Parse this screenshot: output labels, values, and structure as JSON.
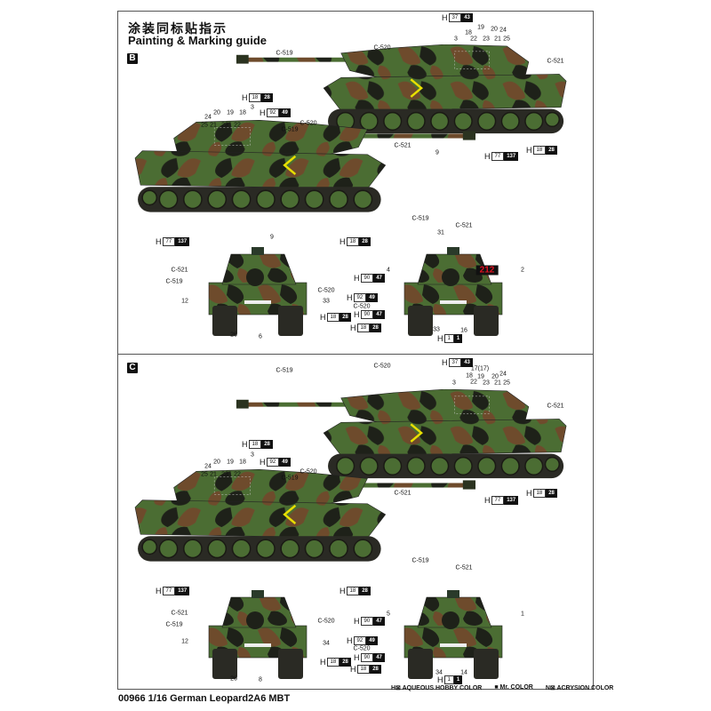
{
  "header": {
    "title_cn": "涂装同标贴指示",
    "title_en": "Painting & Marking guide"
  },
  "colors": {
    "green": "#4b6d33",
    "brown": "#6e4b2c",
    "black": "#1e2119"
  },
  "sections": [
    {
      "letter": "B",
      "callouts": [
        "C-519",
        "C-520",
        "C-521",
        "3",
        "18",
        "19",
        "20",
        "24",
        "22",
        "23",
        "21",
        "25",
        "9",
        "3",
        "20",
        "19",
        "18",
        "24",
        "25",
        "21",
        "23",
        "22",
        "C-520",
        "C-519",
        "C-521",
        "9",
        "C-521",
        "C-519",
        "C-520",
        "12",
        "33",
        "26",
        "6",
        "C-519",
        "31",
        "C-521",
        "4",
        "2",
        "C-520",
        "33",
        "16"
      ],
      "hcodes": [
        [
          "37",
          "43"
        ],
        [
          "77",
          "137"
        ],
        [
          "18",
          "28"
        ],
        [
          "18",
          "28"
        ],
        [
          "92",
          "49"
        ],
        [
          "77",
          "137"
        ],
        [
          "18",
          "28"
        ],
        [
          "18",
          "28"
        ],
        [
          "90",
          "47"
        ],
        [
          "92",
          "49"
        ],
        [
          "90",
          "47"
        ],
        [
          "18",
          "28"
        ],
        [
          "1",
          "1"
        ]
      ],
      "turret_number": "212"
    },
    {
      "letter": "C",
      "callouts": [
        "C-519",
        "C-520",
        "C-521",
        "3",
        "17(17)",
        "18",
        "19",
        "20",
        "24",
        "22",
        "23",
        "21",
        "25",
        "3",
        "20",
        "19",
        "18",
        "24",
        "25",
        "21",
        "23",
        "22",
        "C-520",
        "C-519",
        "C-521",
        "C-521",
        "C-519",
        "C-520",
        "12",
        "34",
        "26",
        "8",
        "C-519",
        "C-521",
        "5",
        "1",
        "C-520",
        "34",
        "14"
      ],
      "hcodes": [
        [
          "37",
          "43"
        ],
        [
          "77",
          "137"
        ],
        [
          "18",
          "28"
        ],
        [
          "18",
          "28"
        ],
        [
          "92",
          "49"
        ],
        [
          "77",
          "137"
        ],
        [
          "18",
          "28"
        ],
        [
          "18",
          "28"
        ],
        [
          "90",
          "47"
        ],
        [
          "92",
          "49"
        ],
        [
          "90",
          "47"
        ],
        [
          "18",
          "28"
        ],
        [
          "1",
          "1"
        ]
      ]
    }
  ],
  "legend": {
    "hobby": "H⊠ AQUEOUS HOBBY COLOR",
    "mr": "■ Mr. COLOR",
    "acrysion": "N⊠ ACRYSION COLOR"
  },
  "footer": "00966 1/16 German Leopard2A6 MBT"
}
